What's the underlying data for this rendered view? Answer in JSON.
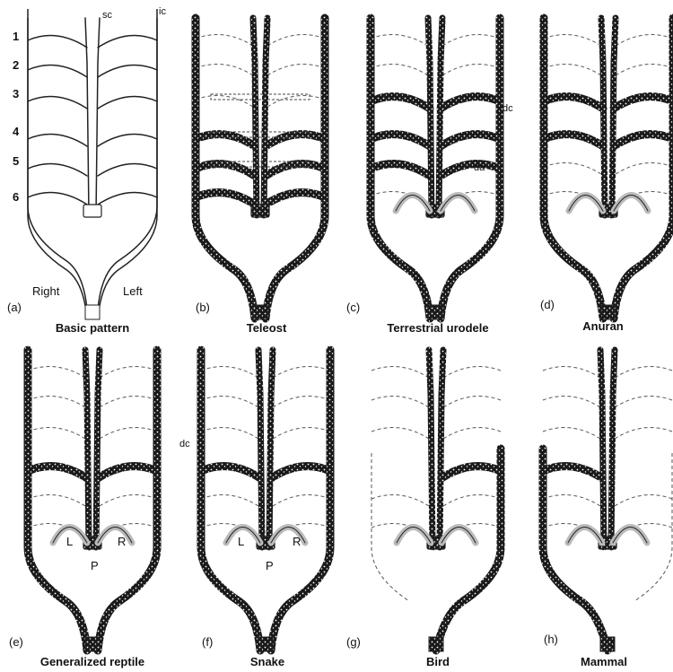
{
  "figure": {
    "arch_numbers": [
      "1",
      "2",
      "3",
      "4",
      "5",
      "6"
    ],
    "top_labels": {
      "sc": "sc",
      "ic": "ic"
    },
    "side_labels": {
      "right": "Right",
      "left": "Left"
    },
    "inner_labels": {
      "dc_c": "dc",
      "da_c": "da",
      "dc_f": "dc"
    },
    "heart_labels": {
      "e_left": "L",
      "e_right": "R",
      "e_pulmonary": "P",
      "f_left": "L",
      "f_right": "R",
      "f_pulmonary": "P"
    },
    "panels": [
      {
        "letter": "(a)",
        "caption": "Basic pattern"
      },
      {
        "letter": "(b)",
        "caption": "Teleost"
      },
      {
        "letter": "(c)",
        "caption": "Terrestrial urodele"
      },
      {
        "letter": "(d)",
        "caption": "Anuran"
      },
      {
        "letter": "(e)",
        "caption": "Generalized reptile"
      },
      {
        "letter": "(f)",
        "caption": "Snake"
      },
      {
        "letter": "(g)",
        "caption": "Bird"
      },
      {
        "letter": "(h)",
        "caption": "Mammal"
      }
    ]
  }
}
